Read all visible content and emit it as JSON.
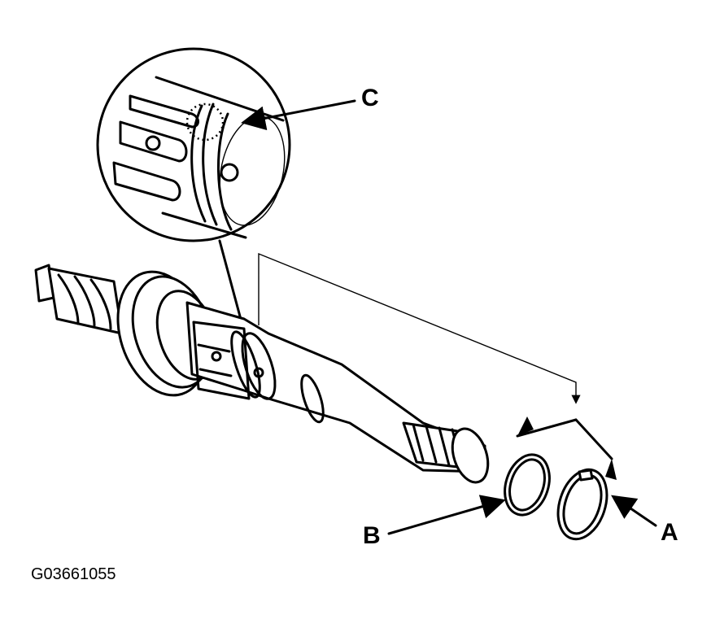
{
  "callouts": {
    "a": "A",
    "b": "B",
    "c": "C"
  },
  "figure_code": "G03661055",
  "colors": {
    "ink": "#000000",
    "paper": "#ffffff"
  }
}
